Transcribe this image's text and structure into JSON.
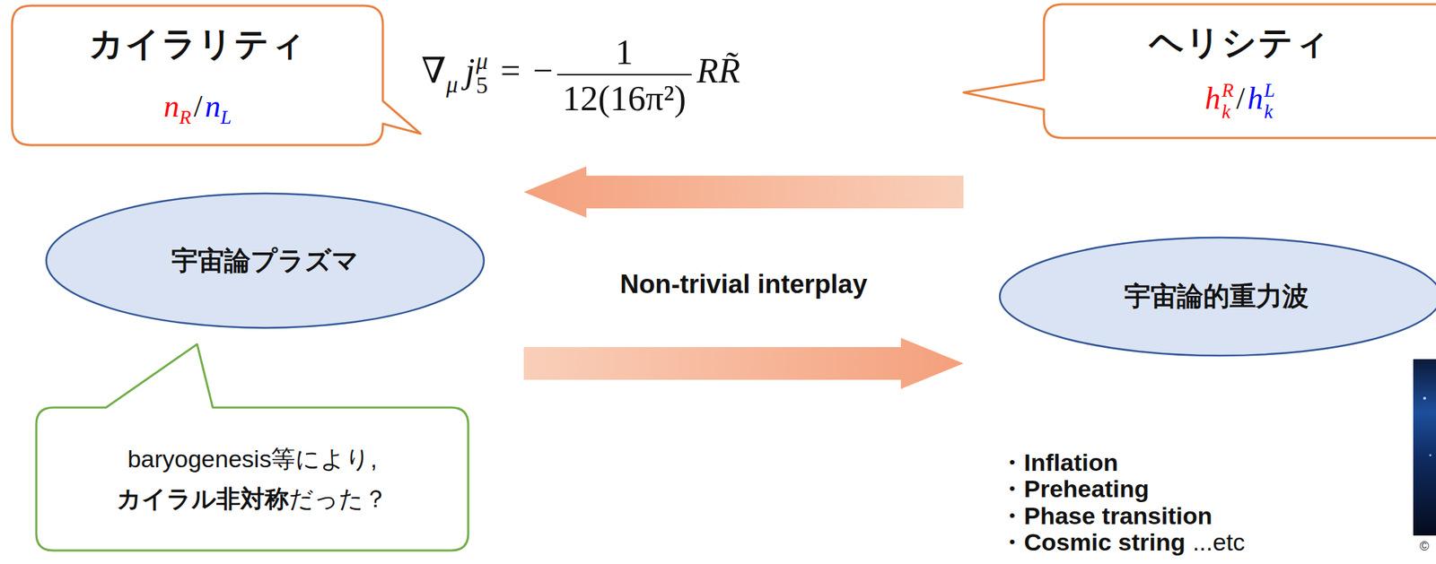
{
  "diagram": {
    "nodes": [
      {
        "text": [
          "カイラリティ",
          "n",
          "R",
          "/",
          "n",
          "L"
        ]
      },
      {
        "text": [
          "ヘリシティ",
          "h",
          "R",
          "k",
          "/",
          "h",
          "L",
          "k"
        ]
      },
      {
        "text": [
          "宇宙論プラズマ"
        ]
      },
      {
        "text": [
          "宇宙論的重力波"
        ]
      },
      {
        "text": [
          "baryogenesis等により,",
          "カイラル非対称",
          "だった？"
        ]
      }
    ],
    "edges": [
      {
        "from": 3,
        "to": 2,
        "arrow": "to"
      },
      {
        "from": 2,
        "to": 3,
        "arrow": "to"
      }
    ],
    "labels": [
      "∇",
      "μ",
      "j",
      "μ",
      "5",
      "=",
      "−",
      "1",
      "12(16π²)",
      "R",
      "R̃",
      "Non-trivial interplay",
      "・Inflation",
      "・Preheating",
      "・Phase transition",
      "・Cosmic string",
      "...etc",
      "©"
    ]
  }
}
